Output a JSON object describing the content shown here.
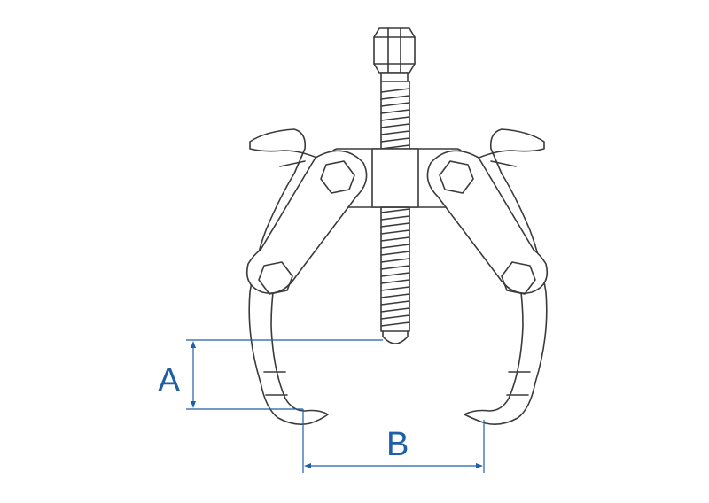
{
  "diagram": {
    "dimensions": [
      {
        "id": "A",
        "label": "A"
      },
      {
        "id": "B",
        "label": "B"
      }
    ]
  },
  "colors": {
    "outline": "#3a3a3a",
    "dimension": "#1f5fa8",
    "background": "#ffffff"
  }
}
